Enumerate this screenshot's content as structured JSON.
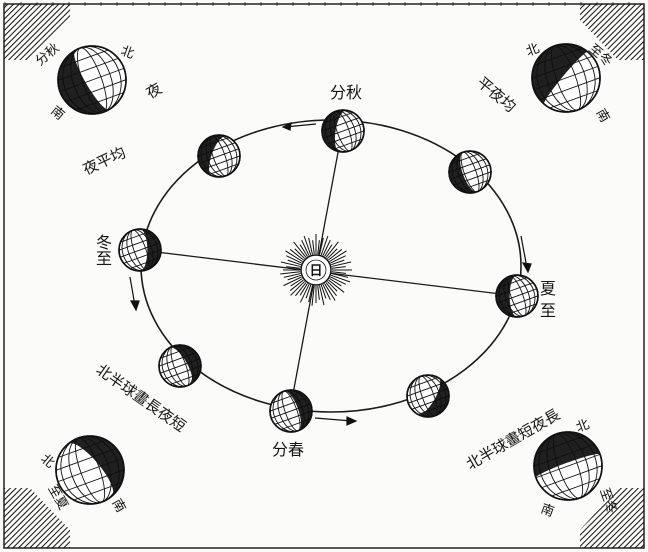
{
  "title": "",
  "sun_label": "日",
  "positions": {
    "autumn_equinox": "分秋",
    "winter_solstice": [
      "冬",
      "至"
    ],
    "summer_solstice": [
      "夏",
      "至"
    ],
    "spring_equinox": "分春"
  },
  "corner_captions": {
    "top_left_line1": "夜",
    "top_left_line2": "夜平均",
    "top_right": "平夜均",
    "bottom_left": "北半球畫長夜短",
    "bottom_right": "北半球畫短夜長"
  },
  "globe_labels": {
    "north": "北",
    "south": "南",
    "tl": "分秋",
    "tr": "至冬",
    "bl": "至夏",
    "br": "至冬"
  },
  "colors": {
    "ink": "#151515",
    "paper": "#fbfbfa",
    "shadow": "#0d0d0d"
  }
}
